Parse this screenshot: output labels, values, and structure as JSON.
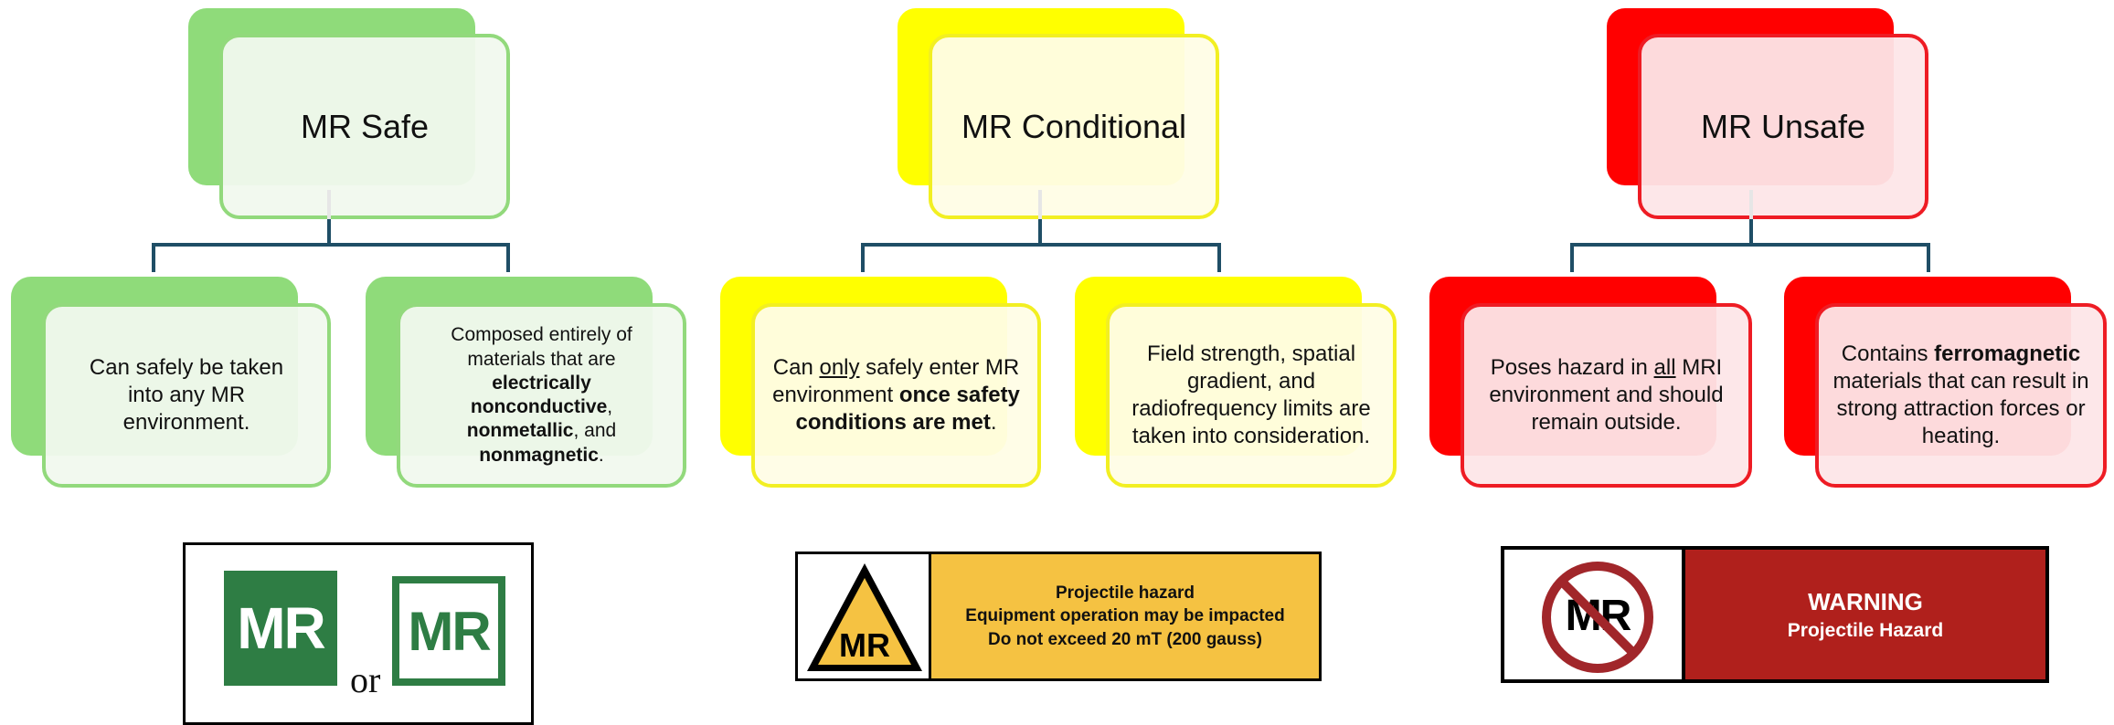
{
  "colors": {
    "safe_primary": "#8fdb7a",
    "conditional_primary": "#ffff00",
    "unsafe_primary": "#ff0000",
    "connector": "#1f4e66",
    "mr_green": "#2e7d44",
    "conditional_sign_bg": "#f5c242",
    "unsafe_sign_bg": "#b0201c",
    "prohibit_red": "#a1262a"
  },
  "categories": {
    "safe": {
      "title": "MR Safe",
      "leaf1": "Can safely be taken into any MR environment.",
      "leaf2": {
        "t1": "Composed entirely of materials that are ",
        "b1": "electrically nonconductive",
        "t2": ", ",
        "b2": "nonmetallic",
        "t3": ", and ",
        "b3": "nonmagnetic",
        "t4": "."
      }
    },
    "conditional": {
      "title": "MR Conditional",
      "leaf1": {
        "t1": "Can ",
        "u1": "only",
        "t2": " safely enter MR environment ",
        "b1": "once safety conditions are met",
        "t3": "."
      },
      "leaf2": "Field strength, spatial gradient,  and radiofrequency limits are taken into consideration."
    },
    "unsafe": {
      "title": "MR Unsafe",
      "leaf1": {
        "t1": "Poses hazard in ",
        "u1": "all",
        "t2": " MRI environment and should remain outside."
      },
      "leaf2": {
        "t1": "Contains ",
        "b1": "ferromagnetic",
        "t2": " materials that can result in strong attraction forces or heating."
      }
    }
  },
  "signs": {
    "safe": {
      "mr_label": "MR",
      "or_label": "or"
    },
    "conditional": {
      "mr_label": "MR",
      "line1": "Projectile hazard",
      "line2": "Equipment operation may be impacted",
      "line3": "Do not exceed 20 mT (200 gauss)"
    },
    "unsafe": {
      "mr_label": "MR",
      "line1": "WARNING",
      "line2": "Projectile Hazard"
    }
  }
}
